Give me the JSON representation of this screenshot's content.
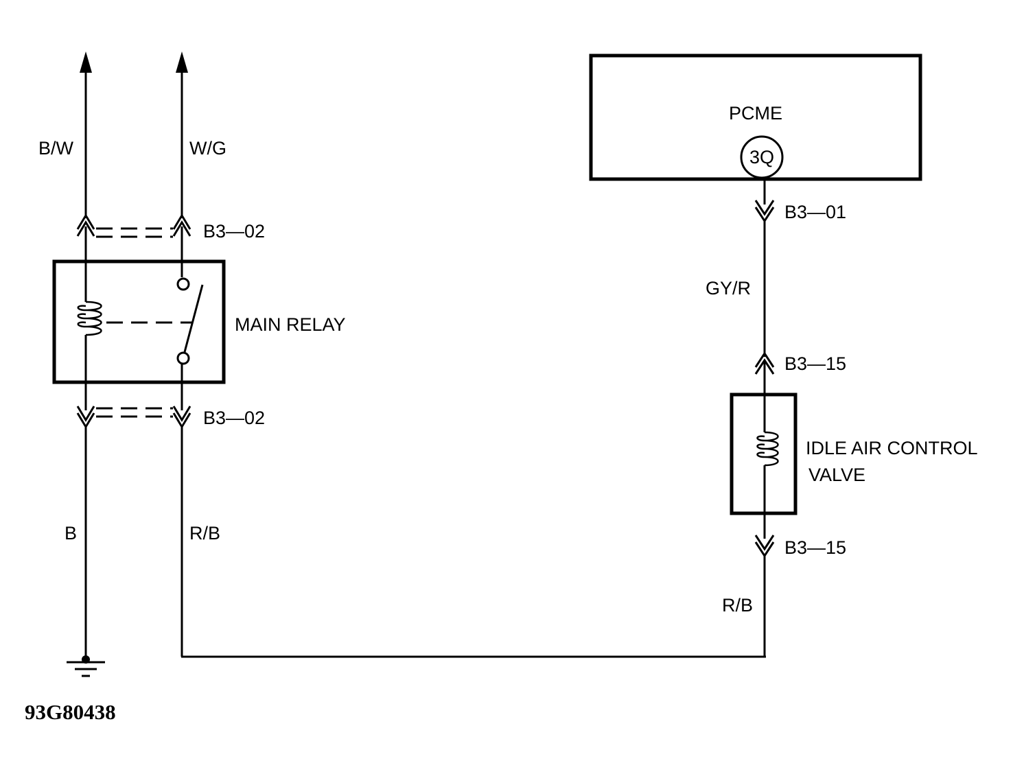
{
  "wires": {
    "bw": "B/W",
    "wg": "W/G",
    "b": "B",
    "rb_left": "R/B",
    "gyr": "GY/R",
    "rb_right": "R/B"
  },
  "connectors": {
    "relay_top": "B3—02",
    "relay_bottom": "B3—02",
    "pcme": "B3—01",
    "valve_top": "B3—15",
    "valve_bottom": "B3—15"
  },
  "components": {
    "main_relay": "MAIN RELAY",
    "pcme": "PCME",
    "pcme_terminal": "3Q",
    "iac_line1": "IDLE AIR CONTROL",
    "iac_line2": "VALVE"
  },
  "figure_id": "93G80438"
}
